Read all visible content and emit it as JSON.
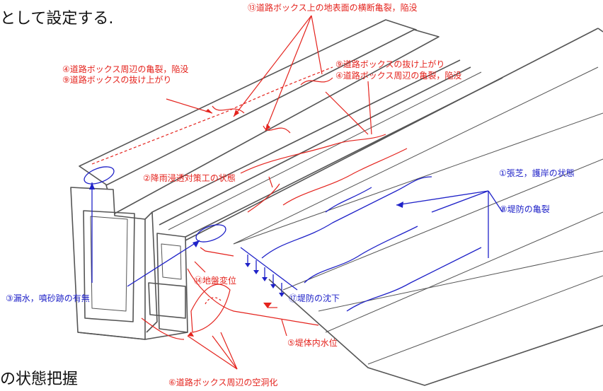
{
  "header_fragment": "として設定する.",
  "footer_fragment": "の状態把握",
  "colors": {
    "red": "#e4231d",
    "blue": "#1f22c8",
    "structure": "#555555"
  },
  "labels": {
    "l13": "⑬道路ボックス上の地表面の横断亀裂，陥没",
    "l4a": "④道路ボックス周辺の亀裂，陥没",
    "l9a": "⑨道路ボックスの抜け上がり",
    "l9b": "⑨道路ボックスの抜け上がり",
    "l4b": "④道路ボックス周辺の亀裂，陥没",
    "l2": "②降雨浸透対策工の状態",
    "l1": "①張芝，護岸の状態",
    "l8": "⑧堤防の亀裂",
    "l3": "③漏水，噴砂跡の有無",
    "l14": "⑭地盤変位",
    "l17": "⑰堤防の沈下",
    "l5": "⑤堤体内水位",
    "l6": "⑥道路ボックス周辺の空洞化"
  }
}
